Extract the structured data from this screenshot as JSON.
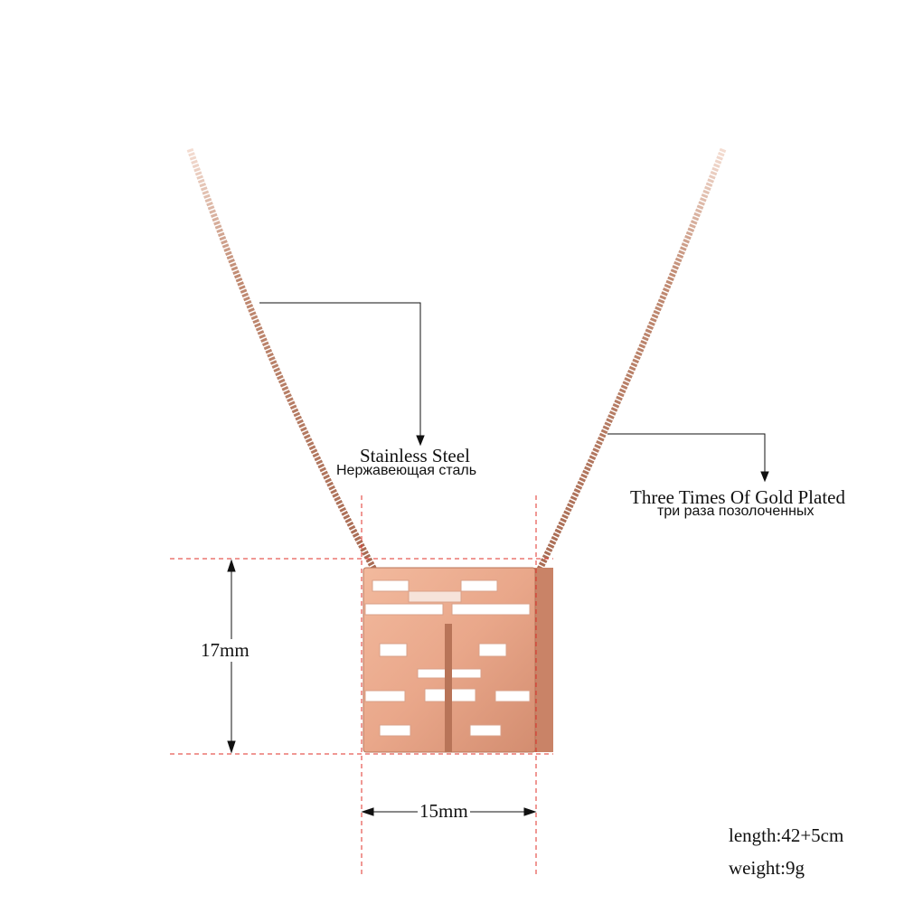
{
  "callouts": {
    "material": {
      "en": "Stainless Steel",
      "ru": "Нержавеющая сталь"
    },
    "plating": {
      "en": "Three Times Of Gold Plated",
      "ru": "три раза позолоченных"
    }
  },
  "dimensions": {
    "height": "17mm",
    "width": "15mm"
  },
  "specs": {
    "length": "length:42+5cm",
    "weight": "weight:9g"
  },
  "colors": {
    "rose_gold": "#e9a98c",
    "rose_gold_dark": "#b36f55",
    "guide_red": "#e0302a",
    "chain": "#b9826a"
  }
}
